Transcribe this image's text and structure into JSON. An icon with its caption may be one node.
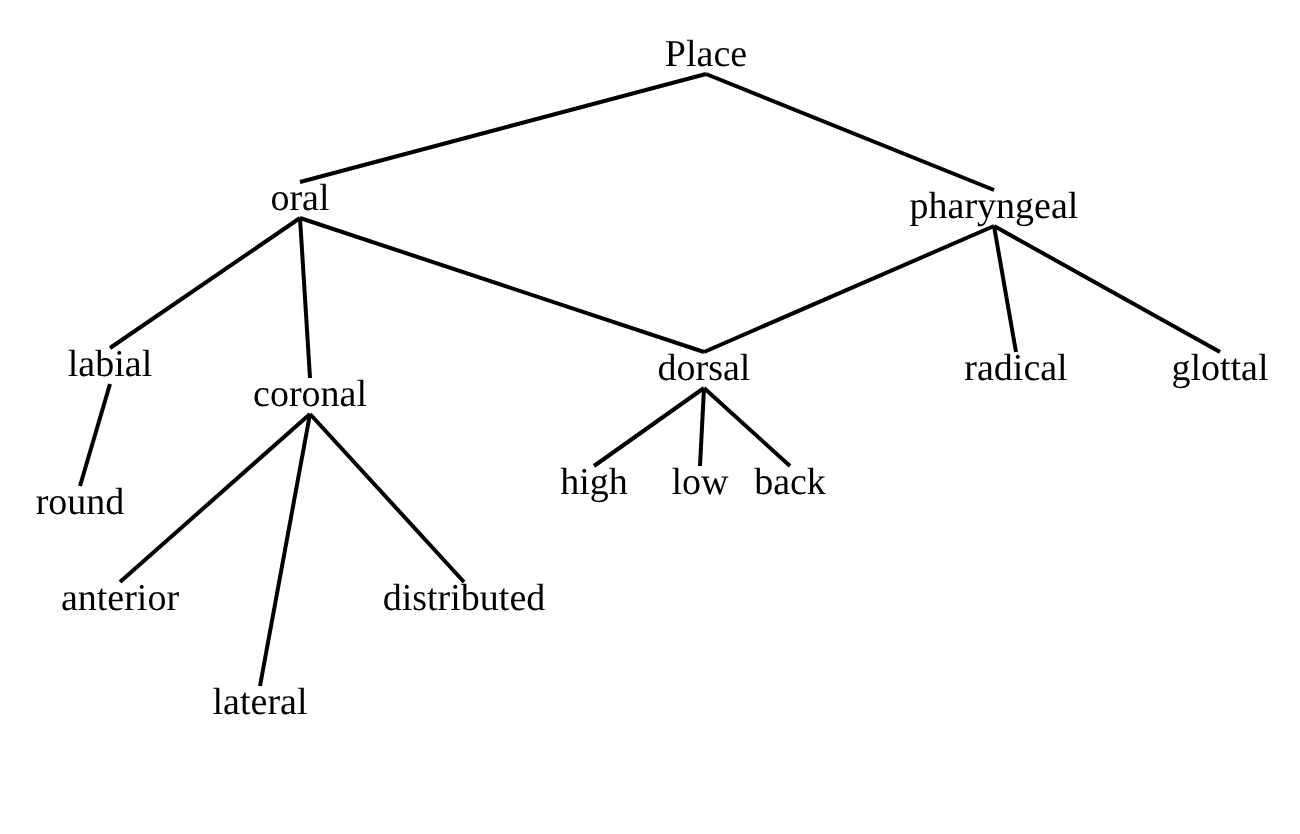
{
  "diagram": {
    "nodes": [
      {
        "text": [
          "Place"
        ]
      },
      {
        "text": [
          "oral"
        ]
      },
      {
        "text": [
          "pharyngeal"
        ]
      },
      {
        "text": [
          "labial"
        ]
      },
      {
        "text": [
          "coronal"
        ]
      },
      {
        "text": [
          "dorsal"
        ]
      },
      {
        "text": [
          "radical"
        ]
      },
      {
        "text": [
          "glottal"
        ]
      },
      {
        "text": [
          "round"
        ]
      },
      {
        "text": [
          "high"
        ]
      },
      {
        "text": [
          "low"
        ]
      },
      {
        "text": [
          "back"
        ]
      },
      {
        "text": [
          "anterior"
        ]
      },
      {
        "text": [
          "distributed"
        ]
      },
      {
        "text": [
          "lateral"
        ]
      }
    ],
    "edges": [
      {
        "from": 0,
        "to": 1,
        "arrow": "none"
      },
      {
        "from": 0,
        "to": 2,
        "arrow": "none"
      },
      {
        "from": 1,
        "to": 3,
        "arrow": "none"
      },
      {
        "from": 1,
        "to": 4,
        "arrow": "none"
      },
      {
        "from": 1,
        "to": 5,
        "arrow": "none"
      },
      {
        "from": 2,
        "to": 5,
        "arrow": "none"
      },
      {
        "from": 2,
        "to": 6,
        "arrow": "none"
      },
      {
        "from": 2,
        "to": 7,
        "arrow": "none"
      },
      {
        "from": 3,
        "to": 8,
        "arrow": "none"
      },
      {
        "from": 5,
        "to": 9,
        "arrow": "none"
      },
      {
        "from": 5,
        "to": 10,
        "arrow": "none"
      },
      {
        "from": 5,
        "to": 11,
        "arrow": "none"
      },
      {
        "from": 4,
        "to": 12,
        "arrow": "none"
      },
      {
        "from": 4,
        "to": 13,
        "arrow": "none"
      },
      {
        "from": 4,
        "to": 14,
        "arrow": "none"
      }
    ]
  }
}
